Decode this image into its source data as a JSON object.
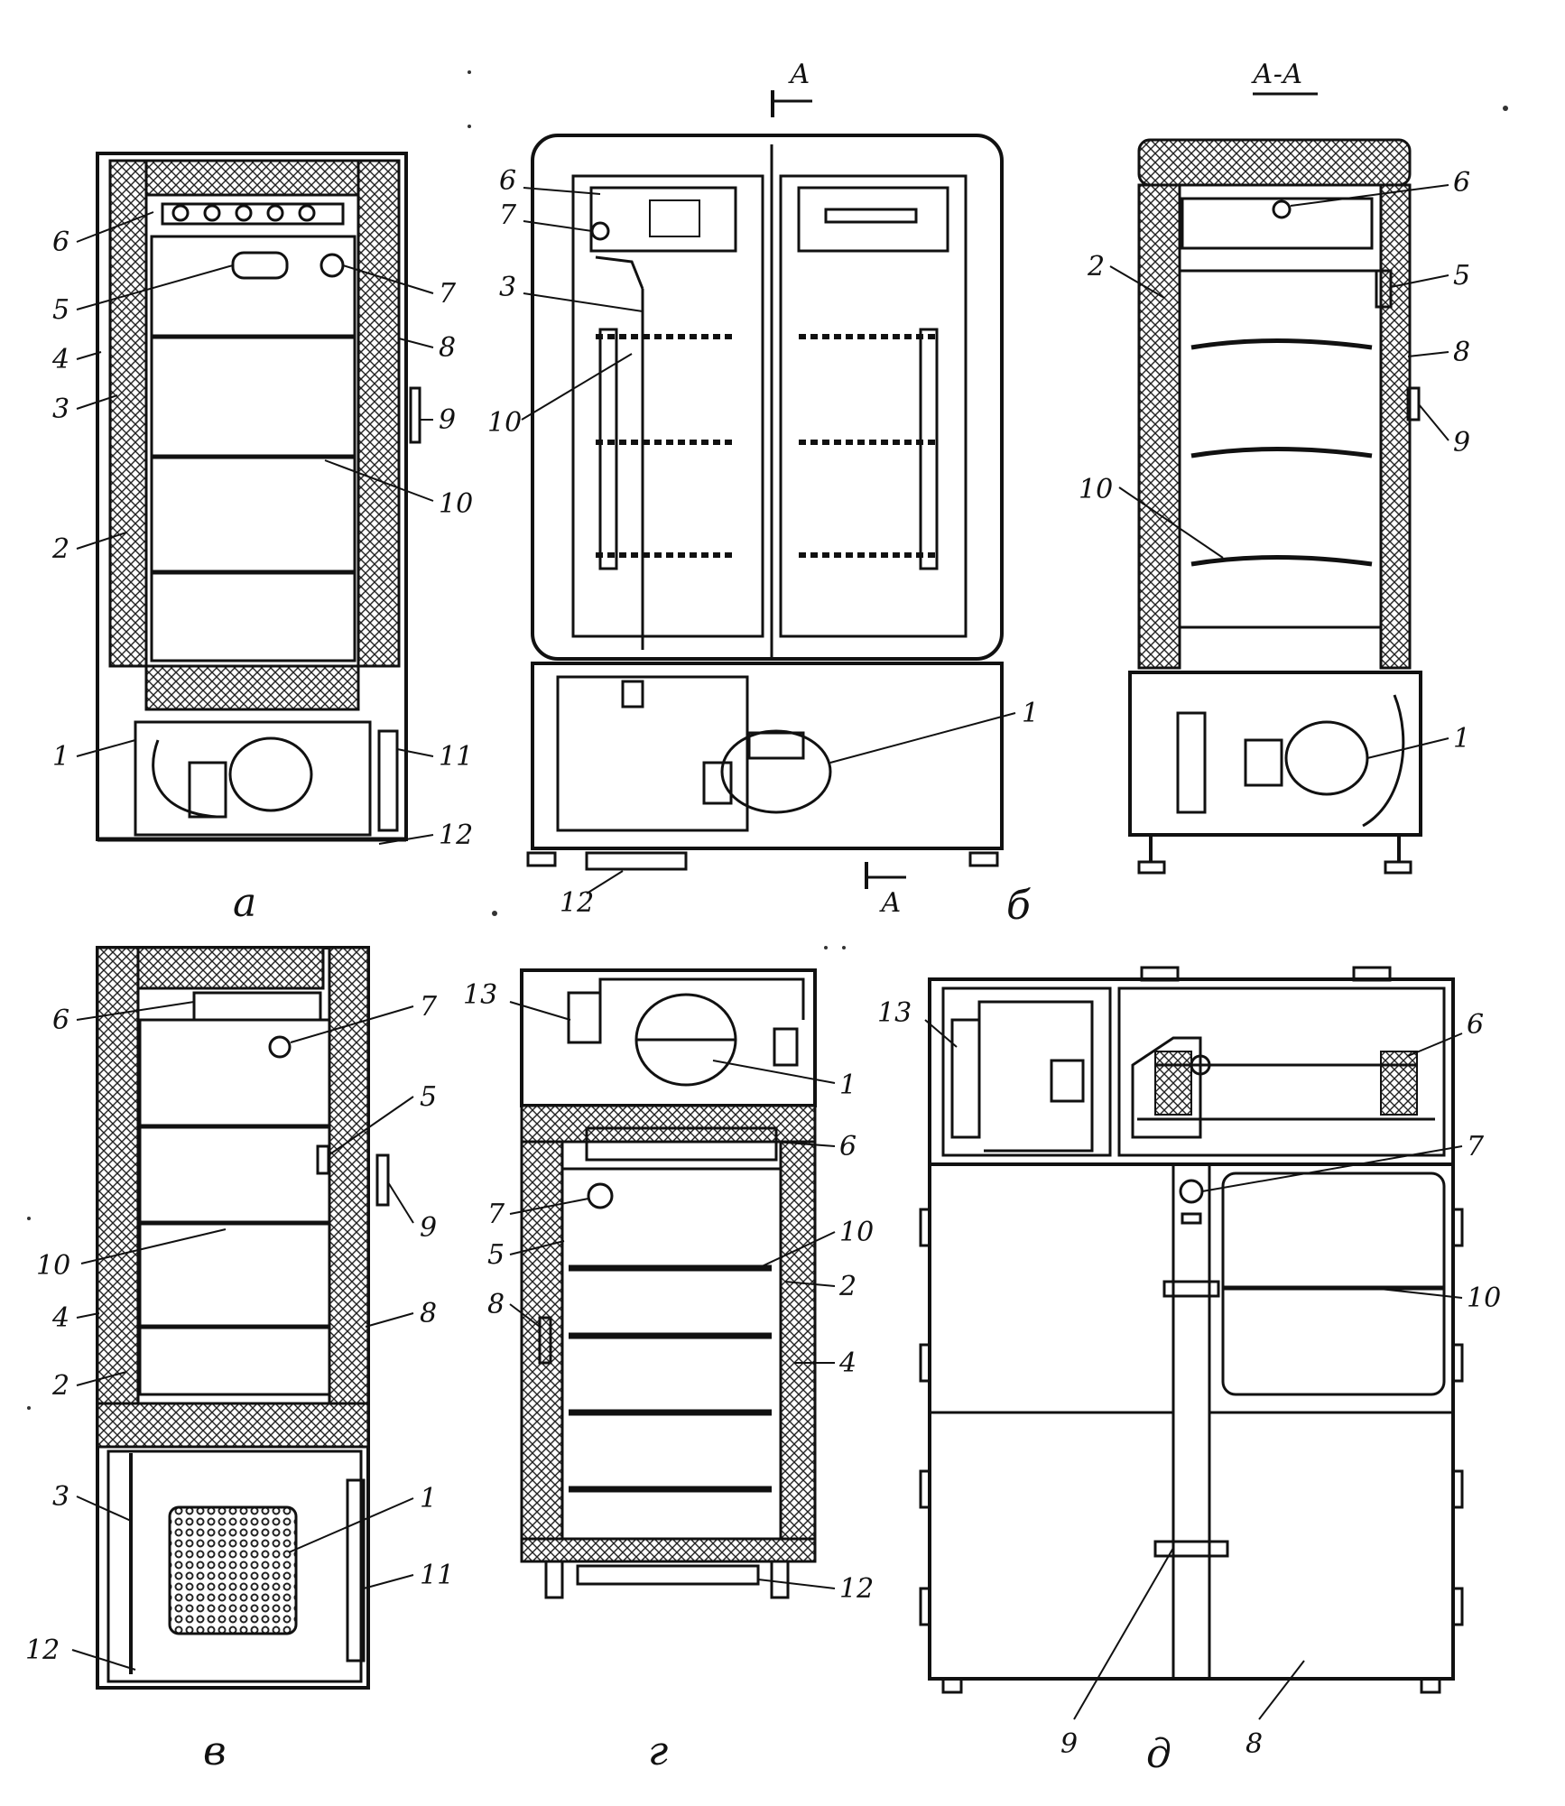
{
  "figure": {
    "panels": [
      {
        "id": "a",
        "caption": "а",
        "labels": [
          "6",
          "5",
          "4",
          "3",
          "2",
          "1",
          "7",
          "8",
          "9",
          "10",
          "11",
          "12"
        ]
      },
      {
        "id": "b",
        "caption": "б",
        "labels": [
          "6",
          "7",
          "3",
          "10",
          "1",
          "12"
        ]
      },
      {
        "id": "aa",
        "caption": "",
        "labels": [
          "6",
          "2",
          "5",
          "8",
          "9",
          "10",
          "1"
        ]
      },
      {
        "id": "v",
        "caption": "в",
        "labels": [
          "6",
          "7",
          "5",
          "9",
          "10",
          "8",
          "4",
          "2",
          "3",
          "1",
          "11",
          "12"
        ]
      },
      {
        "id": "g",
        "caption": "г",
        "labels": [
          "13",
          "1",
          "6",
          "7",
          "10",
          "5",
          "2",
          "8",
          "4",
          "12"
        ]
      },
      {
        "id": "d",
        "caption": "д",
        "labels": [
          "13",
          "6",
          "7",
          "10",
          "9",
          "8"
        ]
      }
    ],
    "section_marks": {
      "title": "А-А",
      "top_letter": "А",
      "bottom_letter": "А"
    }
  }
}
